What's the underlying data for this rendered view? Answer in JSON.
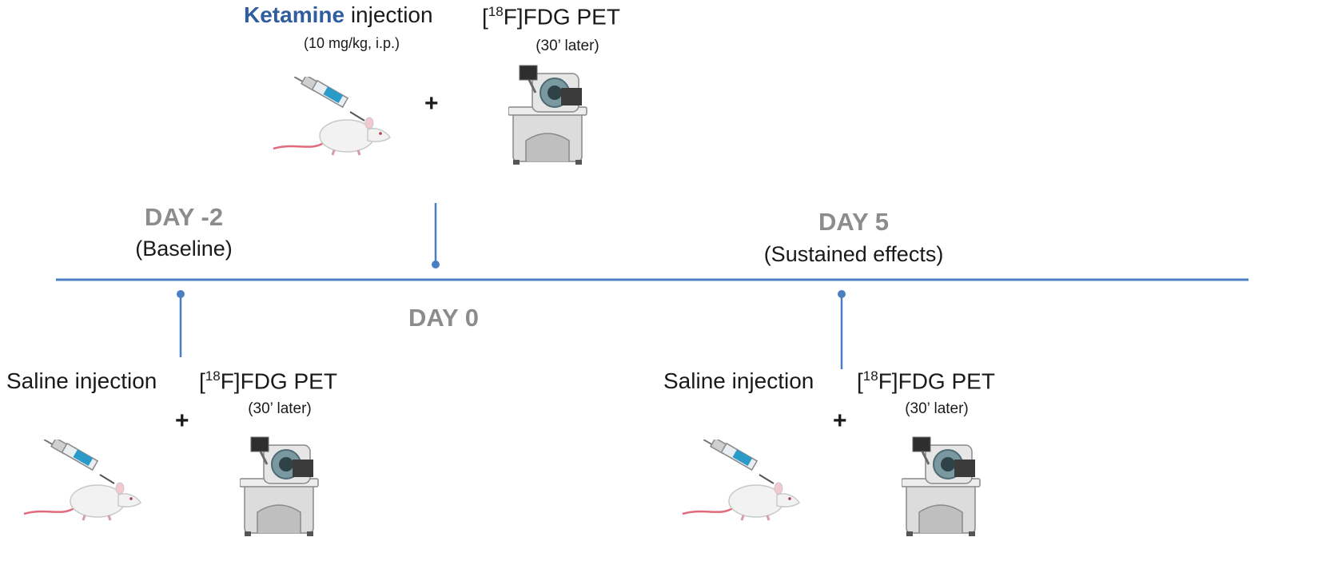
{
  "timeline": {
    "day_minus2": {
      "label": "DAY -2",
      "sub": "(Baseline)"
    },
    "day_0": {
      "label": "DAY 0"
    },
    "day_5": {
      "label": "DAY 5",
      "sub": "(Sustained effects)"
    }
  },
  "events": {
    "ketamine": {
      "drug": "Ketamine",
      "injection_word": " injection",
      "dose": "(10 mg/kg, i.p.)",
      "plus": "+",
      "pet_open": "[",
      "pet_sup": "18",
      "pet_rest": "F]FDG PET",
      "pet_delay": "(30’ later)"
    },
    "saline_baseline": {
      "injection": "Saline injection",
      "plus": "+",
      "pet_open": "[",
      "pet_sup": "18",
      "pet_rest": "F]FDG PET",
      "pet_delay": "(30’ later)"
    },
    "saline_day5": {
      "injection": "Saline injection",
      "plus": "+",
      "pet_open": "[",
      "pet_sup": "18",
      "pet_rest": "F]FDG PET",
      "pet_delay": "(30’ later)"
    }
  },
  "colors": {
    "timeline": "#4a7fc1",
    "day_label": "#8c8c8c",
    "drug": "#2f5d9e"
  },
  "icons": [
    "syringe-icon",
    "rat-icon",
    "pet-scanner-icon"
  ]
}
